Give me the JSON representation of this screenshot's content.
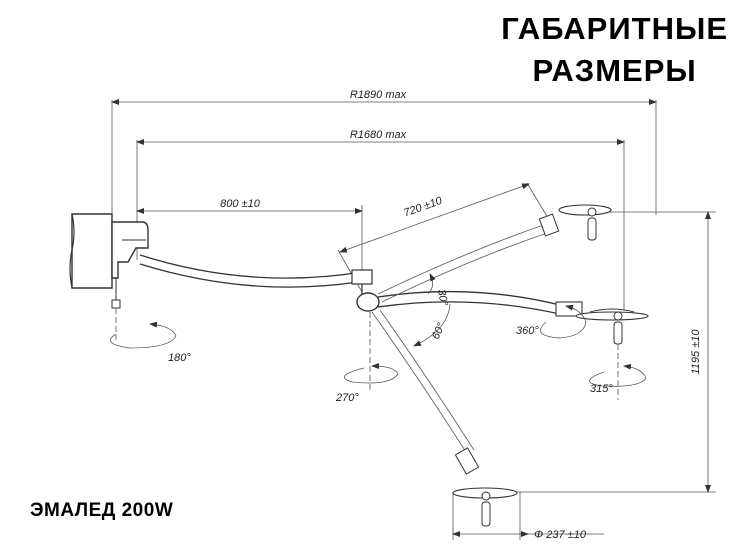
{
  "title": {
    "line1": "ГАБАРИТНЫЕ",
    "line2": "РАЗМЕРЫ"
  },
  "model": "ЭМАЛЕД 200W",
  "dimensions": {
    "reach_max": "R1890 max",
    "reach_arm": "R1680 max",
    "arm1_length": "800 ±10",
    "arm2_length": "720 ±10",
    "height": "1195 ±10",
    "head_diameter": "Φ 237 ±10"
  },
  "angles": {
    "a180": "180°",
    "a270": "270°",
    "a30": "30°",
    "a60": "60°",
    "a360": "360°",
    "a315": "315°"
  }
}
